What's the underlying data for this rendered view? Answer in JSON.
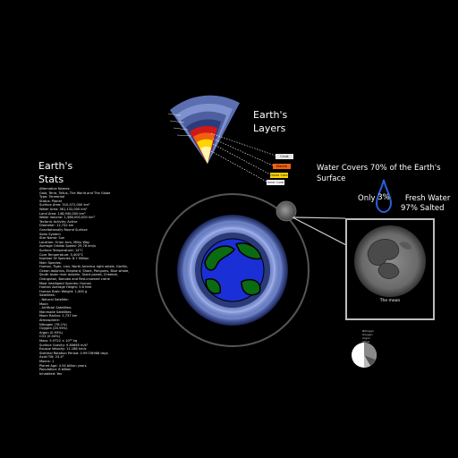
{
  "layers_title": "Earth's\nLayers",
  "stats_title": "Earth's\nStats",
  "stats_items": [
    "Alternative Names:",
    "Gaia, Terra, Tellus, The World and The Globe",
    "Type: Terrestrial",
    "Status: Planet",
    "Surface Area: 510,072,000 km²",
    "Water Area: 361,132,000 km²",
    "Land Area: 148,940,000 km²",
    "Water Volume: 1,386,000,000 km³",
    "Tectonic Activity: Active",
    "Diameter: 12,742 km",
    "Gravitationally Round Surface",
    "Solar System",
    "Star Name: Sun",
    "Location: Orion Arm, Milky Way",
    "Average Orbital Speed: 29.78 km/s",
    "Surface Temperature: 14°C",
    "Core Temperature: 5,400°C",
    "Number Of Species: 8.7 Million",
    "Main Species:",
    "Human, Tiger, Lion, North America right whale, Gorilla,",
    "Ocean dolphins, Elephant, Shark, Penguins, Blue whale,",
    "South Asian river dolphin, Giant panda, Cheetah,",
    "Orangutan, Bonobo and Red-crowned crane",
    "Most Intelligent Species: Human",
    "Human Average Height: 5.6 feet",
    "Human Brain Weight: 1,400 g",
    "Satellites:",
    "- Natural Satellite:",
    "Moon",
    "- Artificial Satellites:",
    "Manmade Satellites",
    "Moon Radius: 1,737 km",
    "Atmosphere:",
    "Nitrogen (78.1%)",
    "Oxygen (20.95%)",
    "Argon (0.93%)",
    "CO2 (0.04%)",
    "Mass: 5.9722 × 10²⁴ kg",
    "Surface Gravity: 9.80665 m/s²",
    "Escape Velocity: 11.186 km/s",
    "Sidereal Rotation Period: 0.99726968 days",
    "Axial Tilt: 23.4°",
    "Moons: 1",
    "Planet Age: 4.54 billion years",
    "Population: 8 billion",
    "Inhabited: Yes"
  ],
  "water": {
    "main": "Water Covers 70% of the Earth's Surface",
    "fresh_pct": "3%",
    "fresh_label": "Fresh Water",
    "fresh_prefix": "Only",
    "salted": "97% Salted"
  },
  "moon_caption": "The moon",
  "layer_tags": [
    "Crust",
    "Mantle",
    "Outer Core",
    "Inner Core"
  ],
  "pie_legend": [
    "Nitrogen",
    "Oxygen",
    "Argon",
    "Other"
  ],
  "colors": {
    "ocean": "#1a2fd6",
    "land": "#0b6b12",
    "water_drop": "#2a5fd9",
    "halo": "#7d92d6"
  }
}
